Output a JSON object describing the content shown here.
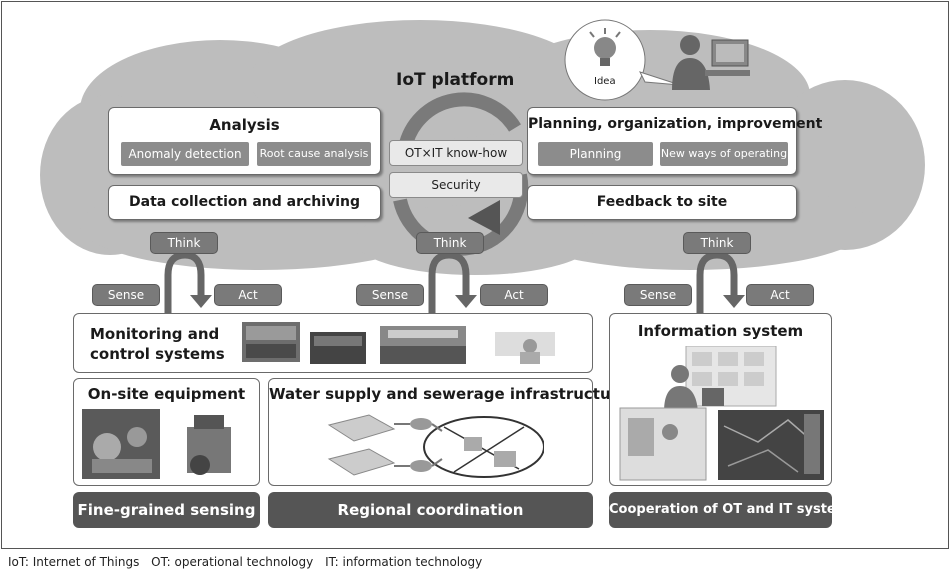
{
  "platform": {
    "title": "IoT platform",
    "idea_label": "Idea"
  },
  "analysis": {
    "title": "Analysis",
    "chips": [
      "Anomaly detection",
      "Root cause analysis"
    ]
  },
  "planning": {
    "title": "Planning, organization, improvement",
    "chips": [
      "Planning",
      "New ways of operating"
    ]
  },
  "data_collection": {
    "title": "Data collection and archiving"
  },
  "feedback": {
    "title": "Feedback to site"
  },
  "center": {
    "know_how": "OT×IT know-how",
    "security": "Security"
  },
  "cycle_labels": {
    "think": "Think",
    "sense": "Sense",
    "act": "Act"
  },
  "site": {
    "monitoring": {
      "title_line1": "Monitoring and",
      "title_line2": "control systems"
    },
    "equipment": {
      "title": "On-site equipment"
    },
    "infrastructure": {
      "title": "Water supply and sewerage infrastructure"
    },
    "information": {
      "title": "Information system"
    }
  },
  "bottom_bars": [
    "Fine-grained sensing",
    "Regional coordination",
    "Cooperation of OT and IT systems"
  ],
  "footnotes": [
    "IoT: Internet of Things",
    "OT: operational technology",
    "IT: information technology"
  ],
  "colors": {
    "cloud": "#bdbdbd",
    "bar": "#555555",
    "chip": "#8c8c8c",
    "tag": "#7a7a7a"
  },
  "icons": [
    "lightbulb-icon",
    "person-at-computer-icon",
    "cycle-arrow-icon",
    "think-loop-arrow-icon"
  ]
}
